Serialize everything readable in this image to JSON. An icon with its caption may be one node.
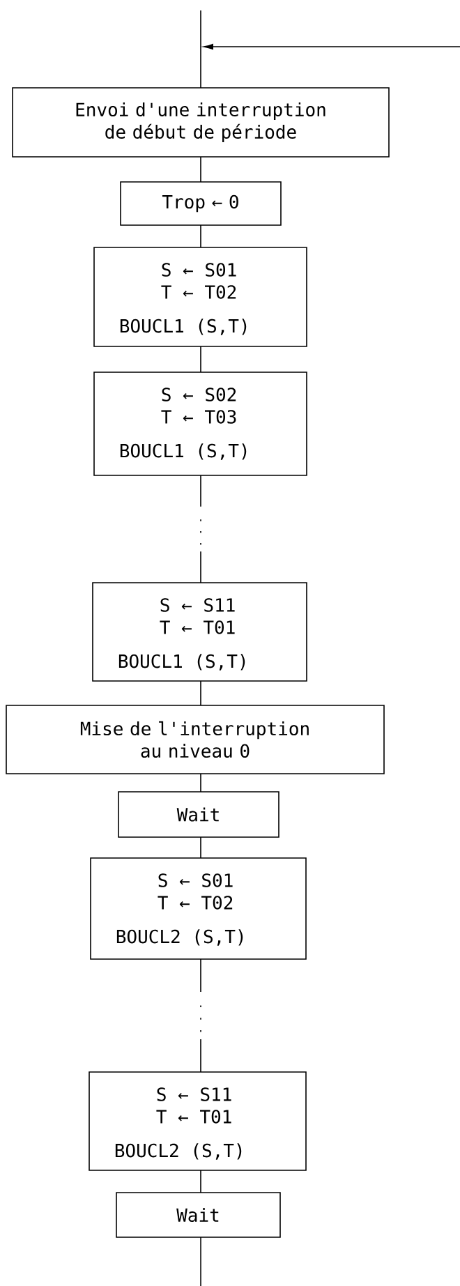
{
  "diagram": {
    "nodes": [
      {
        "text": [
          "Envoi d'une interruption de début de période"
        ]
      },
      {
        "text": [
          "Trop ← 0"
        ]
      },
      {
        "text": [
          "S ← S01",
          "T ← T02",
          "BOUCL1 (S,T)"
        ]
      },
      {
        "text": [
          "S ← S02",
          "T ← T03",
          "BOUCL1 (S,T)"
        ]
      },
      {
        "text": [
          "S ← S11",
          "T ← T01",
          "BOUCL1 (S,T)"
        ]
      },
      {
        "text": [
          "Mise de l'interruption au niveau 0"
        ]
      },
      {
        "text": [
          "Wait"
        ]
      },
      {
        "text": [
          "S ← S01",
          "T ← T02",
          "BOUCL2 (S,T)"
        ]
      },
      {
        "text": [
          "S ← S11",
          "T ← T01",
          "BOUCL2 (S,T)"
        ]
      },
      {
        "text": [
          "Wait"
        ]
      }
    ],
    "edges": [
      {
        "from": null,
        "to": 0,
        "arrow": "none"
      },
      {
        "from": null,
        "to": 0,
        "arrow": "to"
      },
      {
        "from": 0,
        "to": 1,
        "arrow": "none"
      },
      {
        "from": 1,
        "to": 2,
        "arrow": "none"
      },
      {
        "from": 2,
        "to": 3,
        "arrow": "none"
      },
      {
        "from": 3,
        "to": 4,
        "arrow": "none",
        "style": "dashed"
      },
      {
        "from": 4,
        "to": 5,
        "arrow": "none"
      },
      {
        "from": 5,
        "to": 6,
        "arrow": "none"
      },
      {
        "from": 6,
        "to": 7,
        "arrow": "none"
      },
      {
        "from": 7,
        "to": 8,
        "arrow": "none",
        "style": "dashed"
      },
      {
        "from": 8,
        "to": 9,
        "arrow": "none"
      },
      {
        "from": 9,
        "to": null,
        "arrow": "none"
      }
    ]
  }
}
